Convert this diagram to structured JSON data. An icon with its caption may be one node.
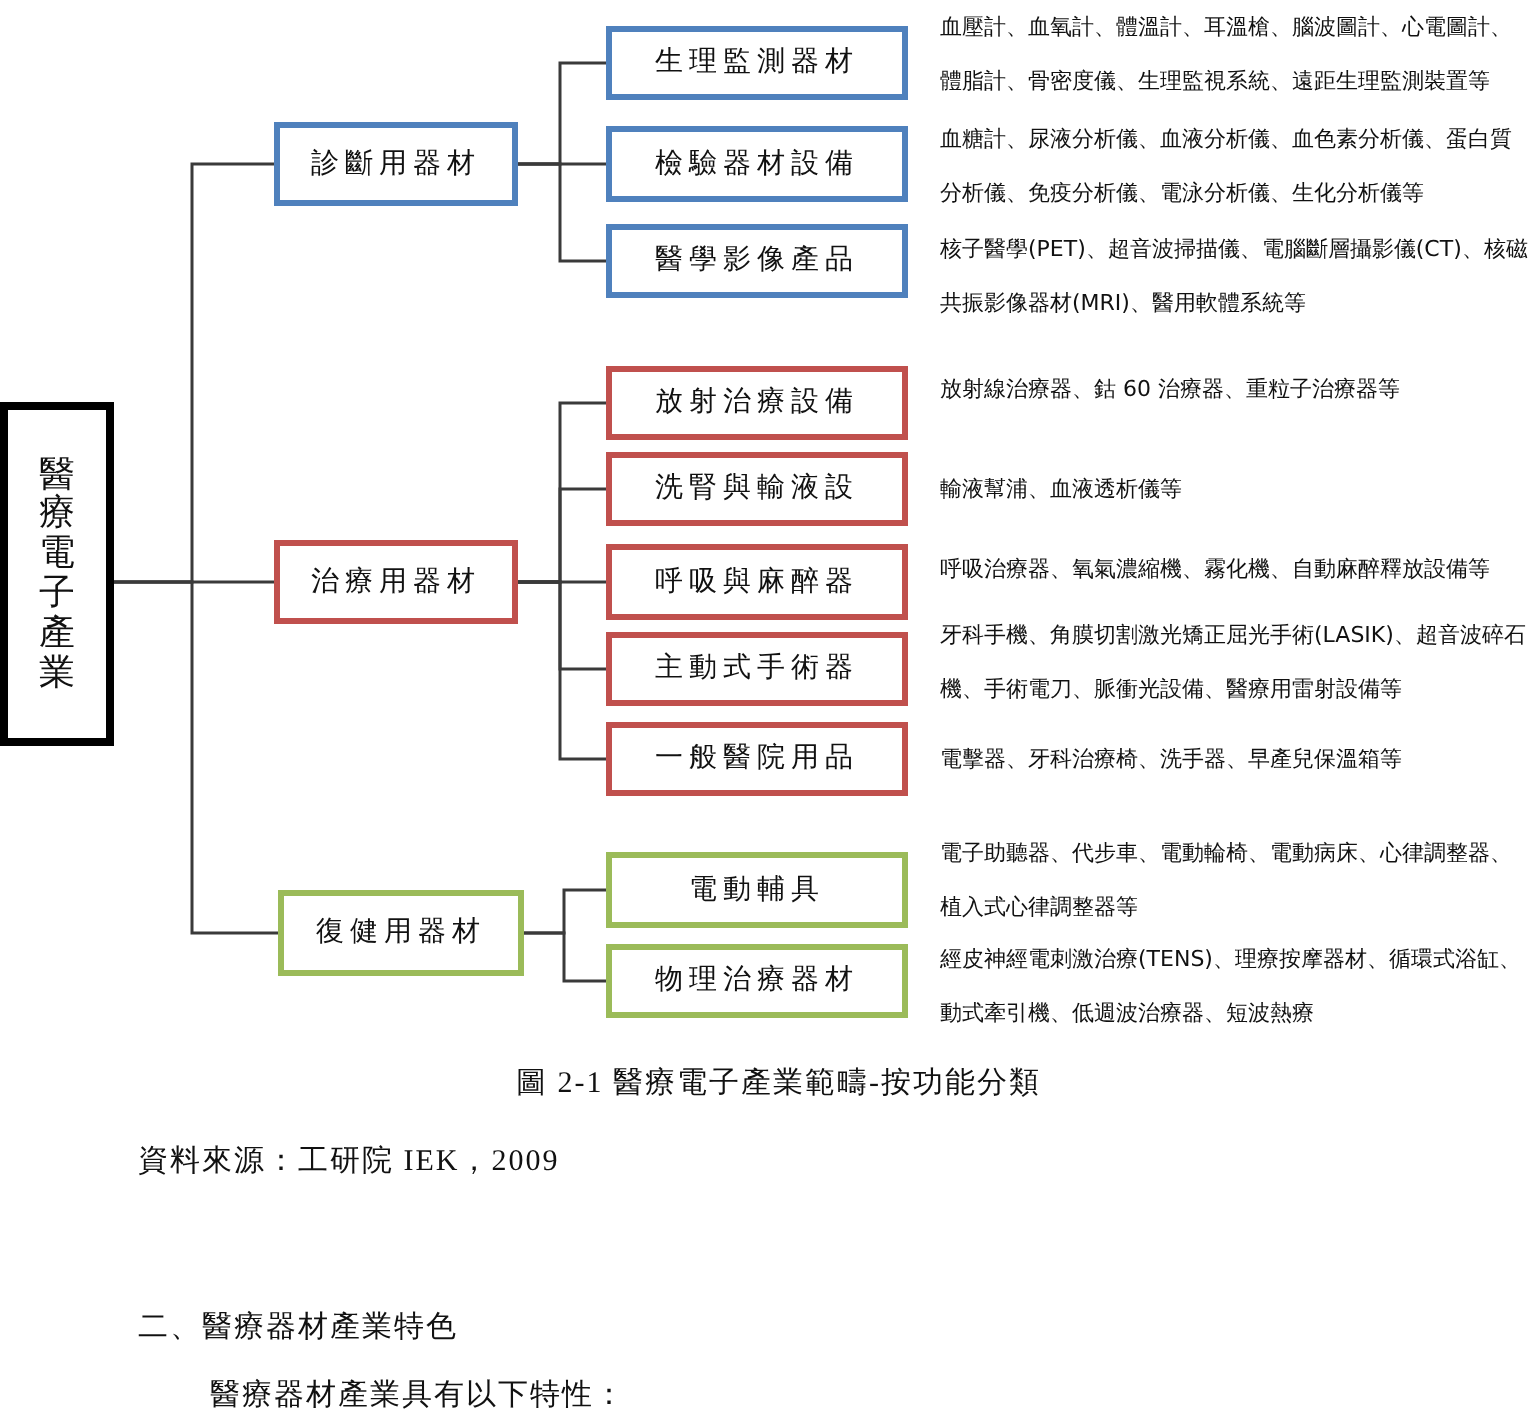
{
  "diagram": {
    "caption": "圖 2-1 醫療電子產業範疇-按功能分類",
    "nodes": [
      {
        "text": [
          "醫療電子產業"
        ]
      },
      {
        "text": [
          "診斷用器材"
        ]
      },
      {
        "text": [
          "生理監測器材"
        ],
        "beside": [
          "血壓計、血氧計、體溫計、耳溫槍、腦波圖計、心電圖計、體脂計、骨密度儀、生理監視系統、遠距生理監測裝置等"
        ]
      },
      {
        "text": [
          "檢驗器材設備"
        ],
        "beside": [
          "血糖計、尿液分析儀、血液分析儀、血色素分析儀、蛋白質分析儀、免疫分析儀、電泳分析儀、生化分析儀等"
        ]
      },
      {
        "text": [
          "醫學影像產品"
        ],
        "beside": [
          "核子醫學(PET)、超音波掃描儀、電腦斷層攝影儀(CT)、核磁共振影像器材(MRI)、醫用軟體系統等"
        ]
      },
      {
        "text": [
          "治療用器材"
        ]
      },
      {
        "text": [
          "放射治療設備"
        ],
        "beside": [
          "放射線治療器、鈷 60 治療器、重粒子治療器等"
        ]
      },
      {
        "text": [
          "洗腎與輸液設"
        ],
        "beside": [
          "輸液幫浦、血液透析儀等"
        ]
      },
      {
        "text": [
          "呼吸與麻醉器"
        ],
        "beside": [
          "呼吸治療器、氧氣濃縮機、霧化機、自動麻醉釋放設備等"
        ]
      },
      {
        "text": [
          "主動式手術器"
        ],
        "beside": [
          "牙科手機、角膜切割激光矯正屈光手術(LASIK)、超音波碎石機、手術電刀、脈衝光設備、醫療用雷射設備等"
        ]
      },
      {
        "text": [
          "一般醫院用品"
        ],
        "beside": [
          "電擊器、牙科治療椅、洗手器、早產兒保溫箱等"
        ]
      },
      {
        "text": [
          "復健用器材"
        ]
      },
      {
        "text": [
          "電動輔具"
        ],
        "beside": [
          "電子助聽器、代步車、電動輪椅、電動病床、心律調整器、植入式心律調整器等"
        ]
      },
      {
        "text": [
          "物理治療器材"
        ],
        "beside": [
          "經皮神經電刺激治療(TENS)、理療按摩器材、循環式浴缸、動式牽引機、低週波治療器、短波熱療"
        ]
      }
    ],
    "edges": [
      {
        "from": 0,
        "to": 1,
        "arrow": "none"
      },
      {
        "from": 0,
        "to": 5,
        "arrow": "none"
      },
      {
        "from": 0,
        "to": 11,
        "arrow": "none"
      },
      {
        "from": 1,
        "to": 2,
        "arrow": "none"
      },
      {
        "from": 1,
        "to": 3,
        "arrow": "none"
      },
      {
        "from": 1,
        "to": 4,
        "arrow": "none"
      },
      {
        "from": 5,
        "to": 6,
        "arrow": "none"
      },
      {
        "from": 5,
        "to": 7,
        "arrow": "none"
      },
      {
        "from": 5,
        "to": 8,
        "arrow": "none"
      },
      {
        "from": 5,
        "to": 9,
        "arrow": "none"
      },
      {
        "from": 5,
        "to": 10,
        "arrow": "none"
      },
      {
        "from": 11,
        "to": 12,
        "arrow": "none"
      },
      {
        "from": 11,
        "to": 13,
        "arrow": "none"
      }
    ],
    "labels": [
      "資料來源：工研院 IEK，2009",
      "二、醫療器材產業特色",
      "醫療器材產業具有以下特性："
    ]
  }
}
